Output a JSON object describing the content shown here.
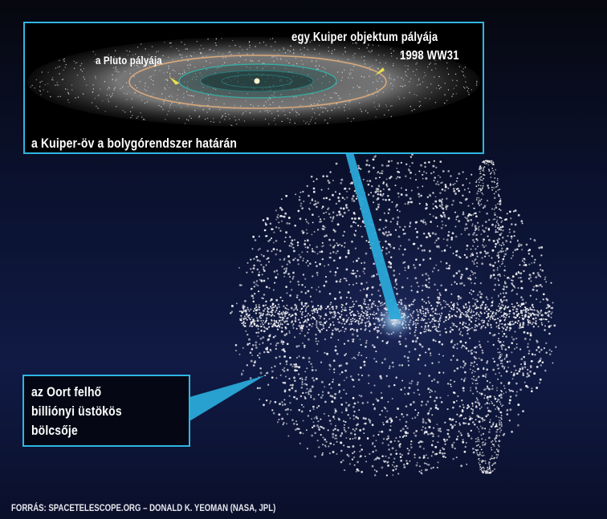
{
  "inset": {
    "kuiper_orbit_label": "egy Kuiper objektum pályája",
    "kuiper_object_name": "1998 WW31",
    "pluto_label": "a Pluto pályája",
    "caption": "a Kuiper-öv a bolygórendszer határán"
  },
  "oort": {
    "caption_lines": [
      "az Oort felhő",
      "billiónyi üstökös",
      "bölcsője"
    ]
  },
  "credit": "FORRÁS: SPACETELESCOPE.ORG – DONALD K. YEOMAN (NASA, JPL)",
  "colors": {
    "frame": "#2fb6e3",
    "pointer": "#2aa8d8",
    "pluto_orbit": "#d9a87a",
    "kbo_marker": "#e8e04a"
  }
}
